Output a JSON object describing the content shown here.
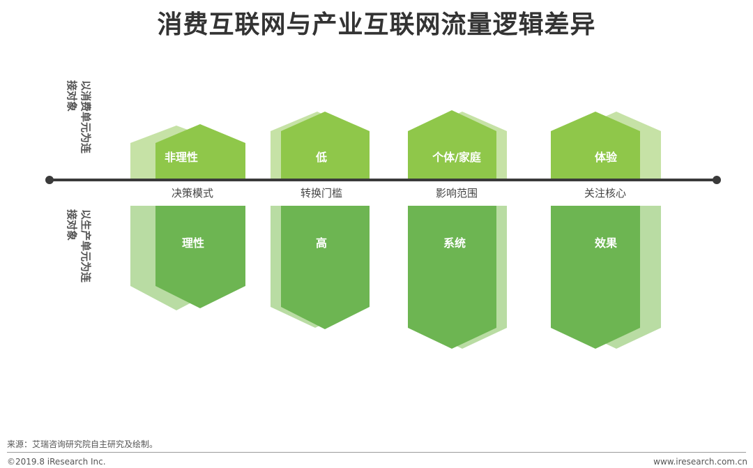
{
  "title": "消费互联网与产业互联网流量逻辑差异",
  "side_labels": {
    "top": [
      "以消费单元为连",
      "接对象"
    ],
    "bottom": [
      "以生产单元为连",
      "接对象"
    ]
  },
  "columns": [
    {
      "dimension": "决策模式",
      "consumer": "非理性",
      "industrial": "理性"
    },
    {
      "dimension": "转换门槛",
      "consumer": "低",
      "industrial": "高"
    },
    {
      "dimension": "影响范围",
      "consumer": "个体/家庭",
      "industrial": "系统"
    },
    {
      "dimension": "关注核心",
      "consumer": "体验",
      "industrial": "效果"
    }
  ],
  "colors": {
    "top_front": "#8fc74a",
    "top_back": "#c6e2a6",
    "bottom_front": "#6db552",
    "bottom_back": "#b9dca3",
    "axis": "#3a3a3a"
  },
  "footer": {
    "source": "来源：艾瑞咨询研究院自主研究及绘制。",
    "copyright": "©2019.8 iResearch Inc.",
    "url": "www.iresearch.com.cn"
  }
}
